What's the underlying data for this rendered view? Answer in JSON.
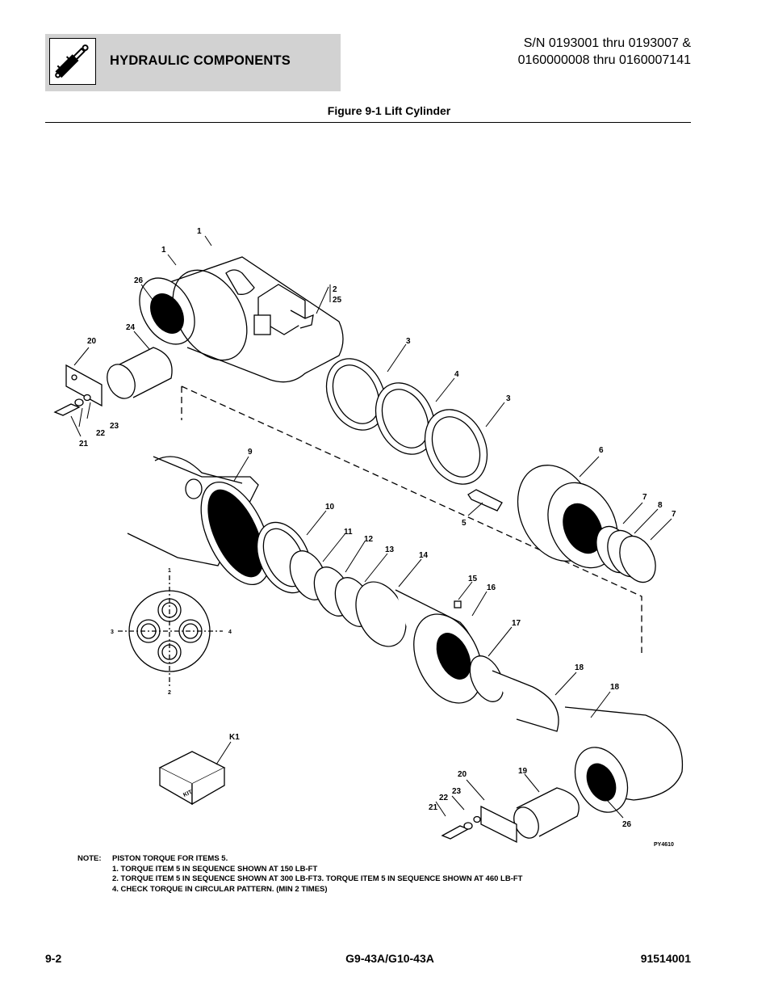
{
  "header": {
    "section_title": "HYDRAULIC COMPONENTS",
    "icon": "hydraulic-cylinder-icon",
    "serial_line1": "S/N 0193001 thru 0193007 &",
    "serial_line2": "0160000008 thru 0160007141"
  },
  "figure": {
    "title": "Figure 9-1 Lift Cylinder",
    "image_code": "PY4610",
    "callouts": [
      "1",
      "1",
      "26",
      "2",
      "25",
      "24",
      "20",
      "3",
      "4",
      "3",
      "23",
      "22",
      "21",
      "9",
      "6",
      "5",
      "7",
      "8",
      "7",
      "10",
      "11",
      "12",
      "13",
      "14",
      "15",
      "16",
      "17",
      "18",
      "18",
      "K1",
      "19",
      "20",
      "23",
      "22",
      "21",
      "26"
    ],
    "pattern_positions": [
      "1",
      "2",
      "3",
      "4"
    ],
    "kit_label": "KIT"
  },
  "notes": {
    "label": "NOTE:",
    "line1": "PISTON TORQUE FOR ITEMS 5.",
    "line2": "1. TORQUE ITEM 5 IN SEQUENCE SHOWN AT 150 LB-FT",
    "line3": "2. TORQUE ITEM 5 IN SEQUENCE SHOWN AT 300 LB-FT3. TORQUE ITEM 5 IN SEQUENCE SHOWN AT 460 LB-FT",
    "line4": "4. CHECK TORQUE IN CIRCULAR PATTERN. (MIN 2 TIMES)"
  },
  "footer": {
    "page": "9-2",
    "model": "G9-43A/G10-43A",
    "doc_number": "91514001"
  }
}
